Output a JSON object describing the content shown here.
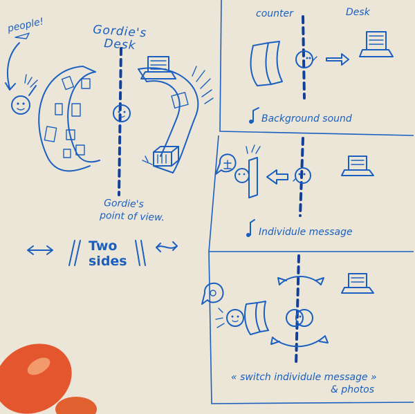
{
  "left_panel": {
    "people_label": "people!",
    "desk_title_line1": "Gordie's",
    "desk_title_line2": "Desk",
    "pov_line1": "Gordie's",
    "pov_line2": "point of view.",
    "two_sides_line1": "Two",
    "two_sides_line2": "sides"
  },
  "panel_top": {
    "counter_label": "counter",
    "desk_label": "Desk",
    "caption": "Background sound"
  },
  "panel_middle": {
    "caption": "Individule message"
  },
  "panel_bottom": {
    "caption_line1": "« switch individule message »",
    "caption_line2": "& photos"
  },
  "colors": {
    "ink": "#1a5fbf",
    "paper": "#e9e4d6",
    "finger": "#e4572e"
  }
}
